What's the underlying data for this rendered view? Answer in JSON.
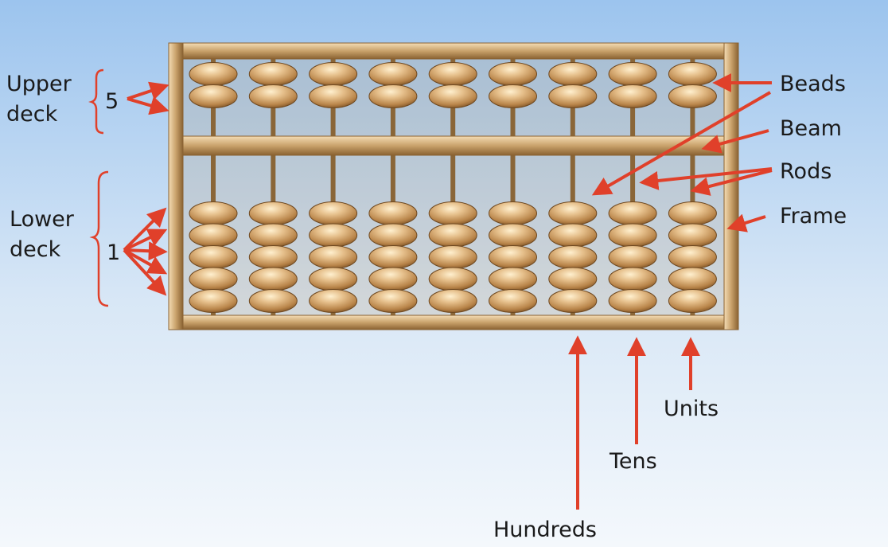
{
  "labels": {
    "upper_deck_line1": "Upper",
    "upper_deck_line2": "deck",
    "upper_value": "5",
    "lower_deck_line1": "Lower",
    "lower_deck_line2": "deck",
    "lower_value": "1",
    "beads": "Beads",
    "beam": "Beam",
    "rods": "Rods",
    "frame": "Frame",
    "units": "Units",
    "tens": "Tens",
    "hundreds": "Hundreds"
  },
  "abacus": {
    "rods": 9,
    "upper_beads_per_rod": 2,
    "lower_beads_per_rod": 5
  },
  "colors": {
    "sky_top": "#9cc4ee",
    "sky_bottom": "#f4f8fc",
    "arrow": "#e0402a",
    "frame": "#c9a26b",
    "bead_light": "#fff0cf",
    "bead_mid": "#d4a465",
    "bead_dark": "#7a4f22"
  }
}
